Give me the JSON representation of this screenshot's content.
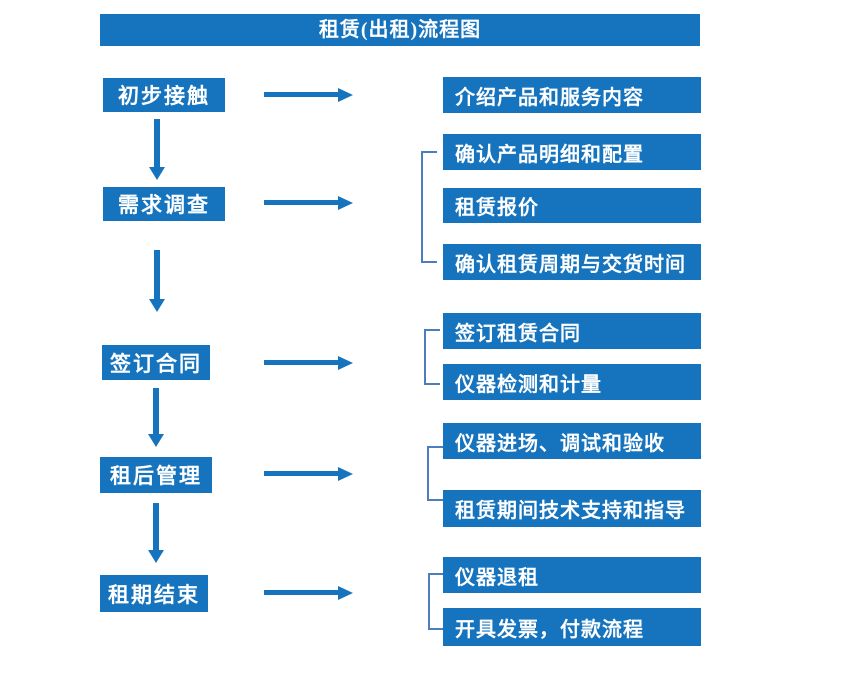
{
  "title": "租赁(出租)流程图",
  "colors": {
    "box_blue": "#1673bd",
    "arrow_blue": "#1673bd",
    "bracket_blue": "#4a7ebd",
    "box_text": "#ffffff",
    "page_background": "#ffffff"
  },
  "flow": {
    "stages": [
      {
        "label": "初步接触",
        "outputs": [
          "介绍产品和服务内容"
        ]
      },
      {
        "label": "需求调查",
        "outputs": [
          "确认产品明细和配置",
          "租赁报价",
          "确认租赁周期与交货时间"
        ]
      },
      {
        "label": "签订合同",
        "outputs": [
          "签订租赁合同",
          "仪器检测和计量"
        ]
      },
      {
        "label": "租后管理",
        "outputs": [
          "仪器进场、调试和验收",
          "租赁期间技术支持和指导"
        ]
      },
      {
        "label": "租期结束",
        "outputs": [
          "仪器退租",
          "开具发票，付款流程"
        ]
      }
    ]
  }
}
